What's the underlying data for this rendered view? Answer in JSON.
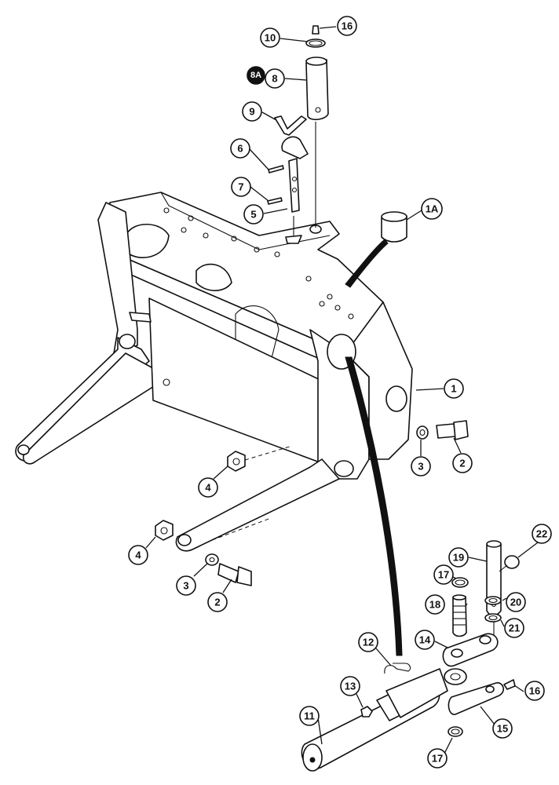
{
  "callouts": [
    {
      "id": "c16a",
      "label": "16"
    },
    {
      "id": "c10",
      "label": "10"
    },
    {
      "id": "c8a",
      "label": "8A"
    },
    {
      "id": "c8",
      "label": "8"
    },
    {
      "id": "c9",
      "label": "9"
    },
    {
      "id": "c6",
      "label": "6"
    },
    {
      "id": "c7",
      "label": "7"
    },
    {
      "id": "c5",
      "label": "5"
    },
    {
      "id": "c1a",
      "label": "1A"
    },
    {
      "id": "c1",
      "label": "1"
    },
    {
      "id": "c2a",
      "label": "2"
    },
    {
      "id": "c3a",
      "label": "3"
    },
    {
      "id": "c4a",
      "label": "4"
    },
    {
      "id": "c4b",
      "label": "4"
    },
    {
      "id": "c3b",
      "label": "3"
    },
    {
      "id": "c2b",
      "label": "2"
    },
    {
      "id": "c22",
      "label": "22"
    },
    {
      "id": "c19",
      "label": "19"
    },
    {
      "id": "c17a",
      "label": "17"
    },
    {
      "id": "c20",
      "label": "20"
    },
    {
      "id": "c18",
      "label": "18"
    },
    {
      "id": "c21",
      "label": "21"
    },
    {
      "id": "c14",
      "label": "14"
    },
    {
      "id": "c12",
      "label": "12"
    },
    {
      "id": "c13",
      "label": "13"
    },
    {
      "id": "c16b",
      "label": "16"
    },
    {
      "id": "c11",
      "label": "11"
    },
    {
      "id": "c15",
      "label": "15"
    },
    {
      "id": "c17b",
      "label": "17"
    }
  ]
}
